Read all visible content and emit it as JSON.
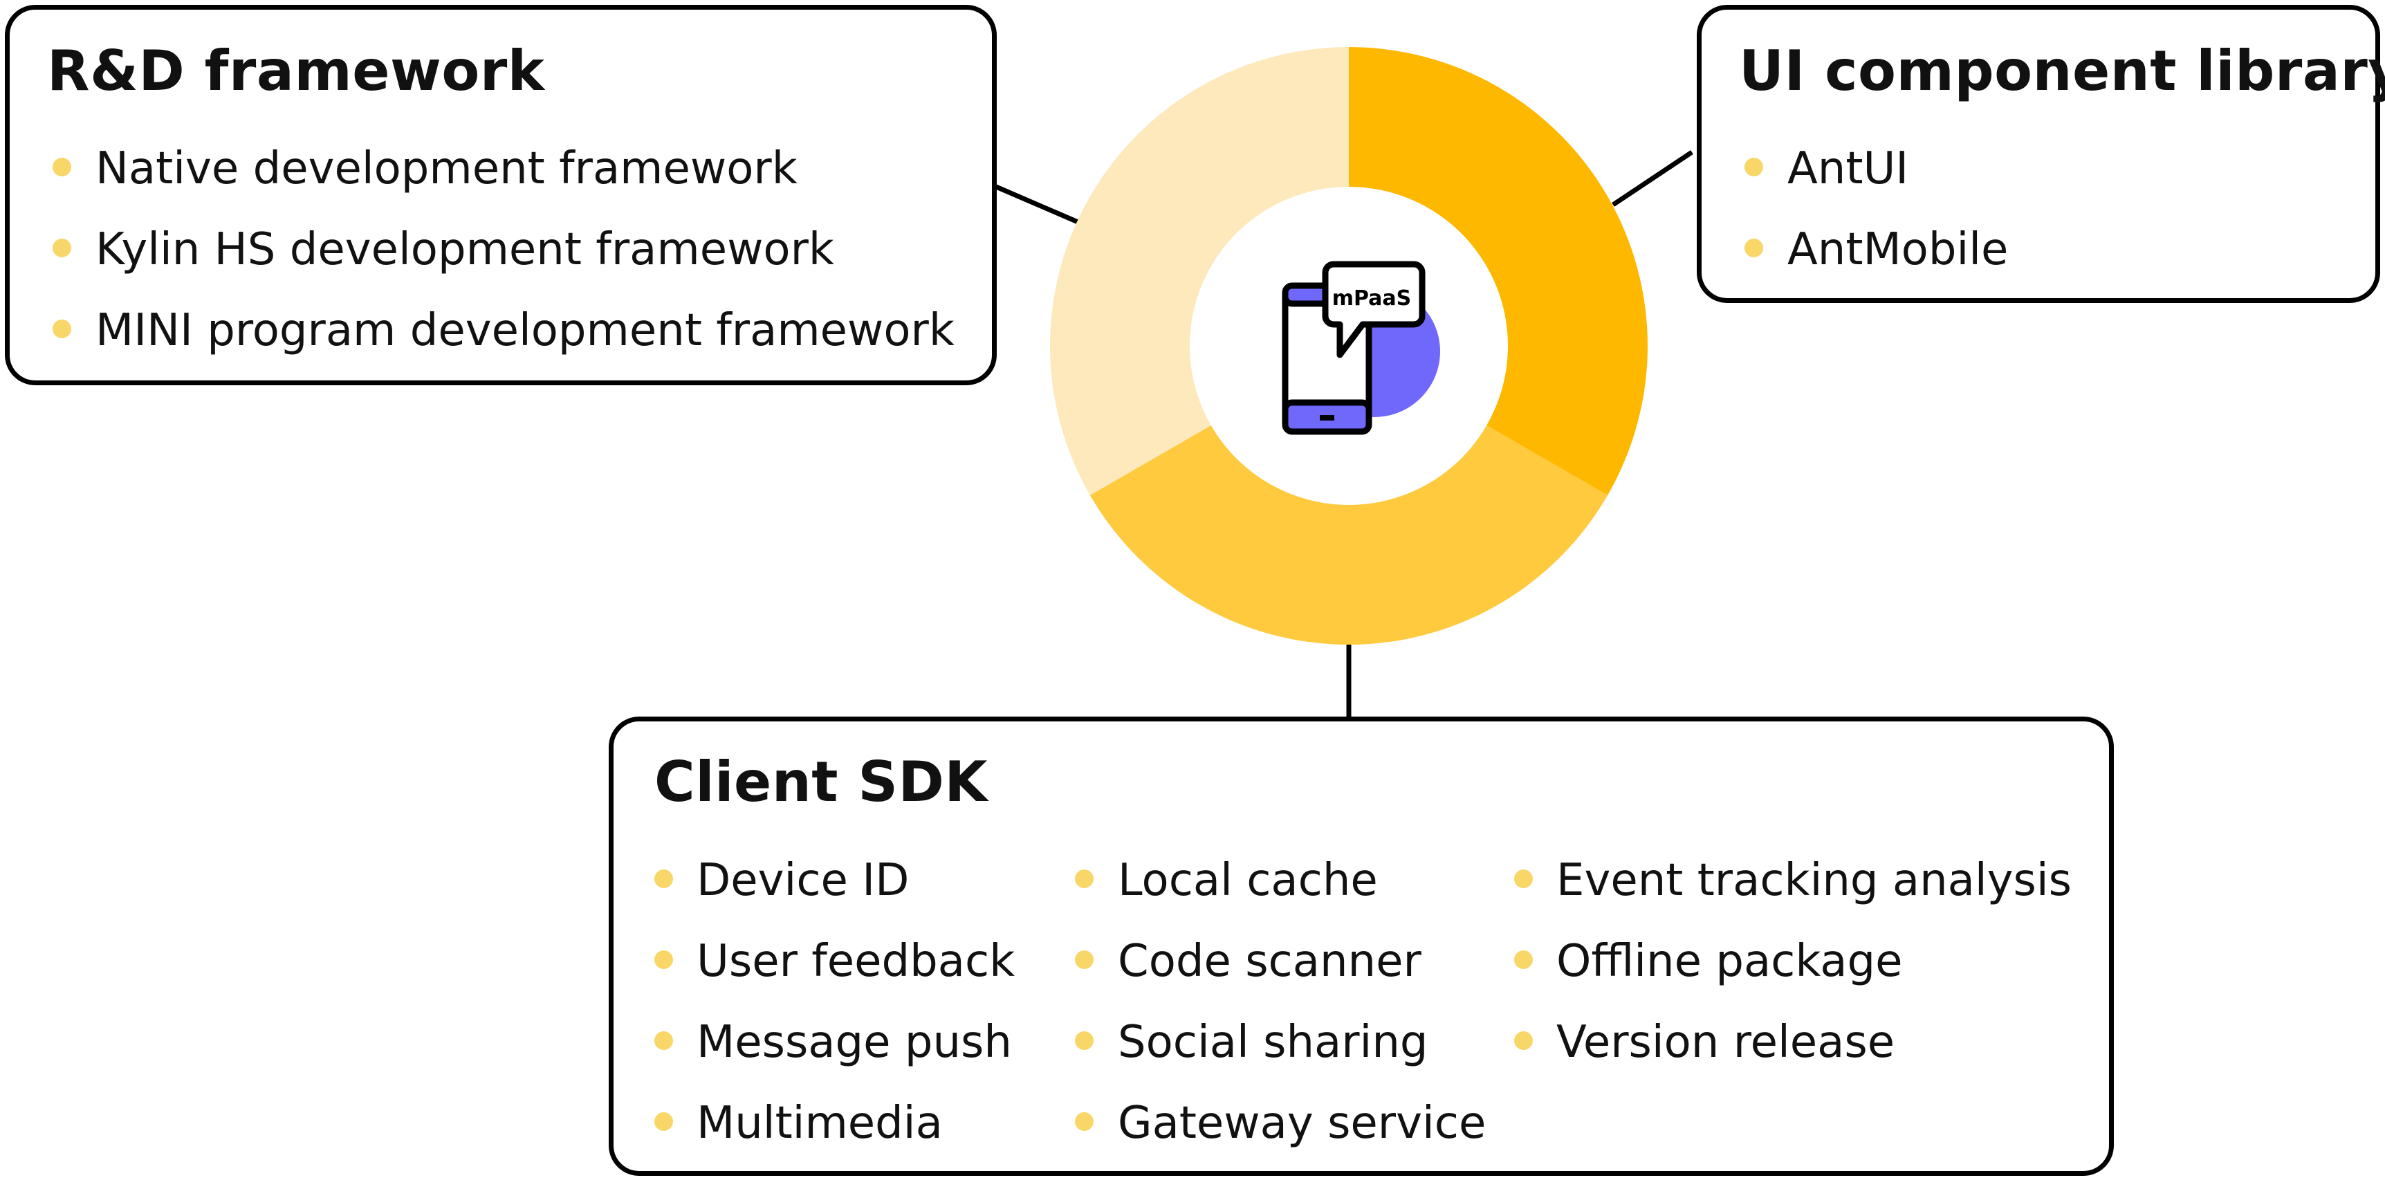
{
  "center": {
    "label": "mPaaS",
    "icon": "mobile-phone-icon"
  },
  "colors": {
    "segment_top_right": "#ffb800",
    "segment_bottom": "#ffca3e",
    "segment_left": "#fde9bb",
    "bullet": "#f8d768",
    "phone_accent": "#7068fb"
  },
  "rd_framework": {
    "title": "R&D framework",
    "items": [
      "Native development framework",
      "Kylin HS development framework",
      "MINI program development framework"
    ]
  },
  "ui_library": {
    "title": "UI component library",
    "items": [
      "AntUI",
      "AntMobile"
    ]
  },
  "client_sdk": {
    "title": "Client SDK",
    "columns": [
      [
        "Device ID",
        "User feedback",
        "Message push",
        "Multimedia"
      ],
      [
        "Local cache",
        "Code scanner",
        "Social sharing",
        "Gateway service"
      ],
      [
        "Event tracking analysis",
        "Offline package",
        "Version release"
      ]
    ]
  }
}
